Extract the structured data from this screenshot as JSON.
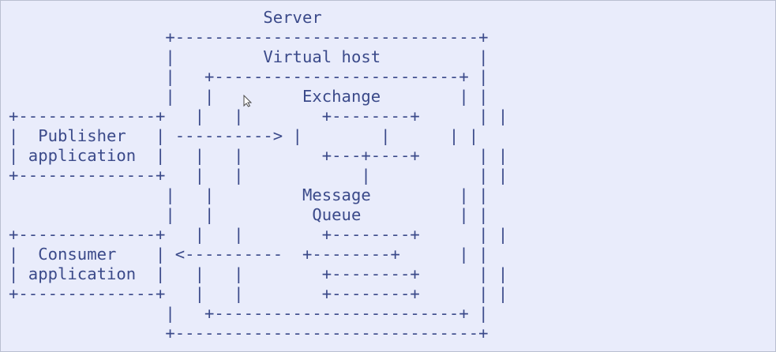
{
  "diagram": {
    "lines": [
      "                          Server",
      "                +-------------------------------+",
      "                |         Virtual host          |",
      "                |   +-------------------------+ |",
      "                |   |         Exchange        | |",
      "+--------------+   |   |        +--------+      | |",
      "|  Publisher   | ----------> |        |      | |",
      "| application  |   |   |        +---+----+      | |",
      "+--------------+   |   |            |           | |",
      "                |   |         Message         | |",
      "                |   |          Queue          | |",
      "+--------------+   |   |        +--------+      | |",
      "|  Consumer    | <----------  +--------+      | |",
      "| application  |   |   |        +--------+      | |",
      "+--------------+   |   |        +--------+      | |",
      "                |   +-------------------------+ |",
      "                +-------------------------------+"
    ]
  }
}
